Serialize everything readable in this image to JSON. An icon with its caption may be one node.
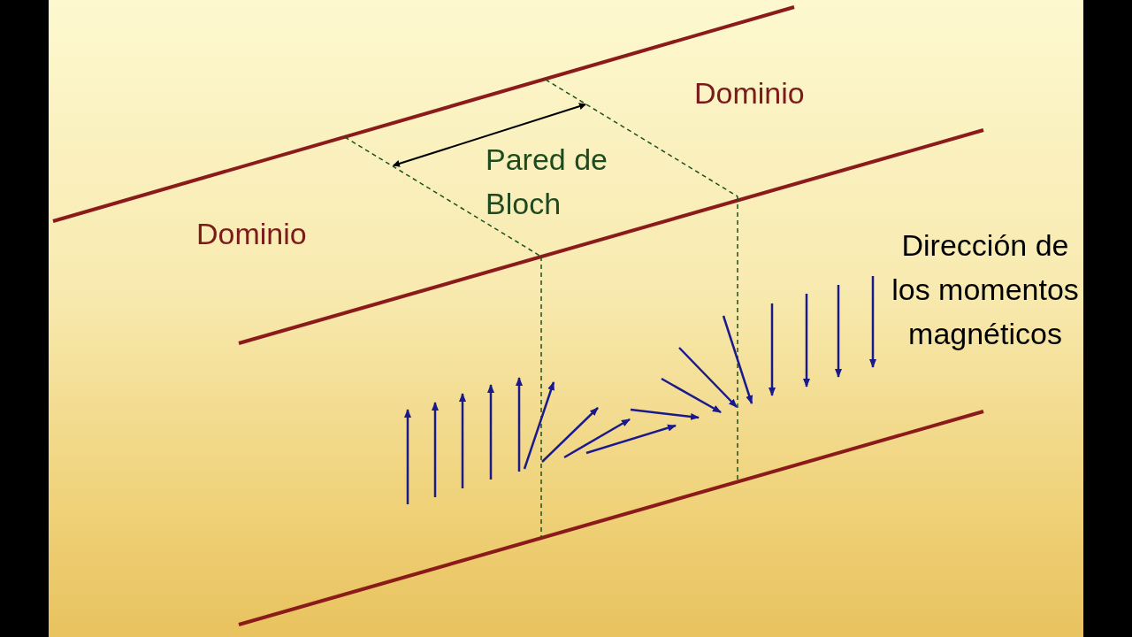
{
  "diagram": {
    "labels": [
      "Dominio",
      "Pared de Bloch",
      "Dominio",
      "Dirección de los momentos magnéticos"
    ]
  }
}
